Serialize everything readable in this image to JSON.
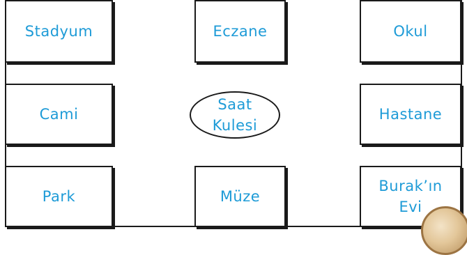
{
  "places": {
    "stadyum": "Stadyum",
    "eczane": "Eczane",
    "okul": "Okul",
    "cami": "Cami",
    "saat_line1": "Saat",
    "saat_line2": "Kulesi",
    "hastane": "Hastane",
    "park": "Park",
    "muze": "Müze",
    "burak_line1": "Burak’ın",
    "burak_line2": "Evi"
  },
  "colors": {
    "label": "#1e9bd7",
    "outline": "#1a1a1a"
  },
  "icons": {
    "corner": "clock-icon"
  }
}
